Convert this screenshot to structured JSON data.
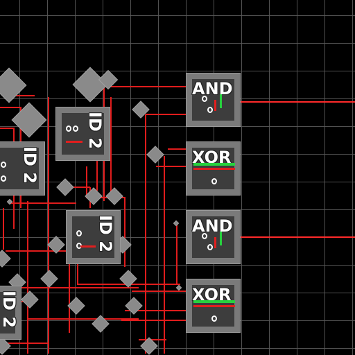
{
  "canvas": {
    "background": "#000000",
    "grid_color": "#5a5a5a",
    "wire_color": "#e01c1c",
    "wire_out_color": "#ff2a2a",
    "signal_on_color": "#27d13e"
  },
  "gates": [
    {
      "id": "and_top",
      "type": "AND",
      "label": "AND",
      "icon": "and-gate-icon"
    },
    {
      "id": "xor_top",
      "type": "XOR",
      "label": "XOR",
      "icon": "xor-gate-icon"
    },
    {
      "id": "and_mid",
      "type": "AND",
      "label": "AND",
      "icon": "and-gate-icon"
    },
    {
      "id": "xor_bot",
      "type": "XOR",
      "label": "XOR",
      "icon": "xor-gate-icon"
    },
    {
      "id": "id2_a",
      "type": "ID",
      "label": "ID 2",
      "icon": "id-gate-icon"
    },
    {
      "id": "id2_b",
      "type": "ID",
      "label": "ID 2",
      "icon": "id-gate-icon"
    },
    {
      "id": "id2_c",
      "type": "ID",
      "label": "ID 2",
      "icon": "id-gate-icon"
    },
    {
      "id": "id2_d",
      "type": "ID",
      "label": "ID 2",
      "icon": "id-gate-icon"
    }
  ],
  "pin_glyph": "o",
  "node_icon": "wire-junction-diamond-icon"
}
